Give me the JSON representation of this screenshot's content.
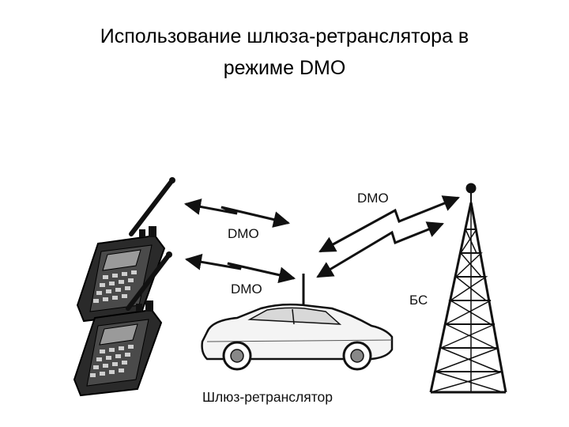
{
  "title": {
    "line1": "Использование шлюза-ретранслятора в",
    "line2": "режиме DMO"
  },
  "labels": {
    "dmo_top": "DMO",
    "dmo_middle": "DMO",
    "dmo_bottom": "DMO",
    "base_station": "БС",
    "gateway": "Шлюз-ретранслятор"
  },
  "icons": [
    "radio-handset-icon",
    "radio-handset-icon",
    "car-icon",
    "tower-icon",
    "lightning-arrow-icon"
  ]
}
